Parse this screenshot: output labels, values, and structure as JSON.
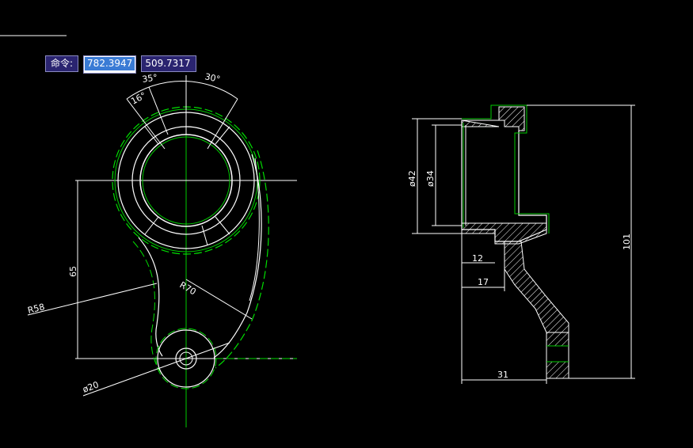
{
  "command_bar": {
    "label": "命令:",
    "x_value": "782.3947",
    "y_value": "509.7317"
  },
  "dimensions": {
    "angle_a": "35°",
    "angle_b": "30°",
    "angle_c": "16°",
    "vertical_65": "65",
    "radius_58": "R58",
    "radius_70": "R70",
    "diameter_20": "ø20",
    "diameter_42": "ø42",
    "diameter_34": "ø34",
    "length_12": "12",
    "length_17": "17",
    "length_31": "31",
    "height_101": "101"
  },
  "colors": {
    "background": "#000000",
    "geometry": "#ffffff",
    "centerline": "#00cc00",
    "hidden": "#00dd00"
  }
}
